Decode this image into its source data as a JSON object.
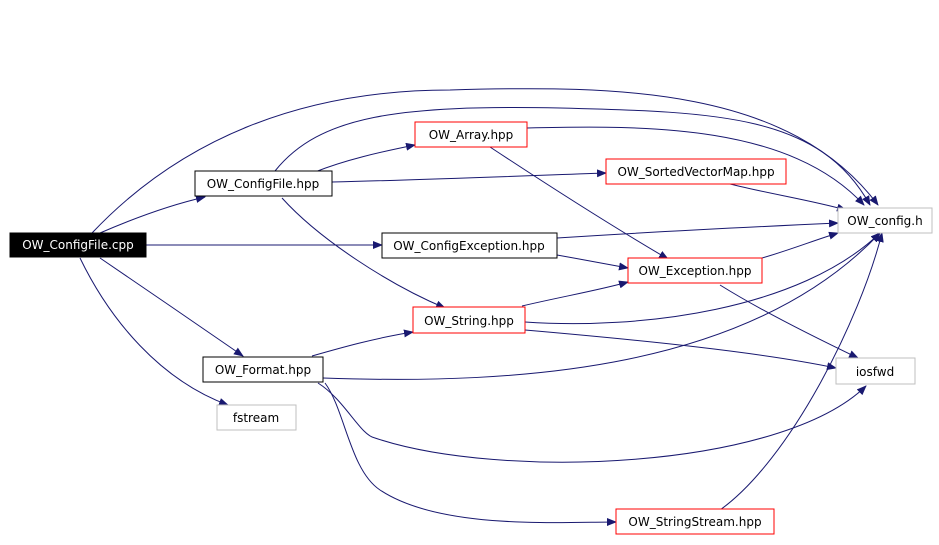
{
  "colors": {
    "edge": "#191970",
    "root_fill": "#000000",
    "root_text": "#ffffff",
    "documented_border": "#000000",
    "undocumented_border": "#ff0000",
    "external_border": "#bfbfbf"
  },
  "nodes": {
    "root": "OW_ConfigFile.cpp",
    "configfile_hpp": "OW_ConfigFile.hpp",
    "array_hpp": "OW_Array.hpp",
    "sortedvectormap_hpp": "OW_SortedVectorMap.hpp",
    "config_h": "OW_config.h",
    "configexception_hpp": "OW_ConfigException.hpp",
    "exception_hpp": "OW_Exception.hpp",
    "string_hpp": "OW_String.hpp",
    "format_hpp": "OW_Format.hpp",
    "iosfwd": "iosfwd",
    "fstream": "fstream",
    "stringstream_hpp": "OW_StringStream.hpp"
  }
}
